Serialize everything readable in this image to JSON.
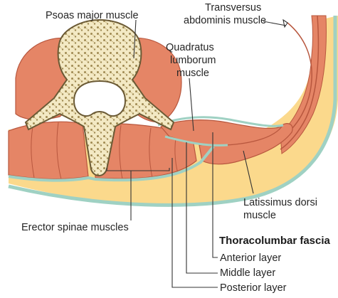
{
  "labels": {
    "psoas": "Psoas major muscle",
    "transversus_line1": "Transversus",
    "transversus_line2": "abdominis muscle",
    "quadratus_line1": "Quadratus",
    "quadratus_line2": "lumborum",
    "quadratus_line3": "muscle",
    "latissimus_line1": "Latissimus dorsi",
    "latissimus_line2": "muscle",
    "erector": "Erector spinae muscles",
    "fascia_title": "Thoracolumbar fascia",
    "anterior": "Anterior layer",
    "middle": "Middle layer",
    "posterior": "Posterior layer"
  },
  "colors": {
    "muscle": "#e58566",
    "muscle_dark": "#c75f45",
    "fat": "#fbd98c",
    "fascia": "#9fd1c3",
    "bone": "#f3e9c4",
    "bone_outline": "#6b5a35",
    "text": "#262626"
  }
}
